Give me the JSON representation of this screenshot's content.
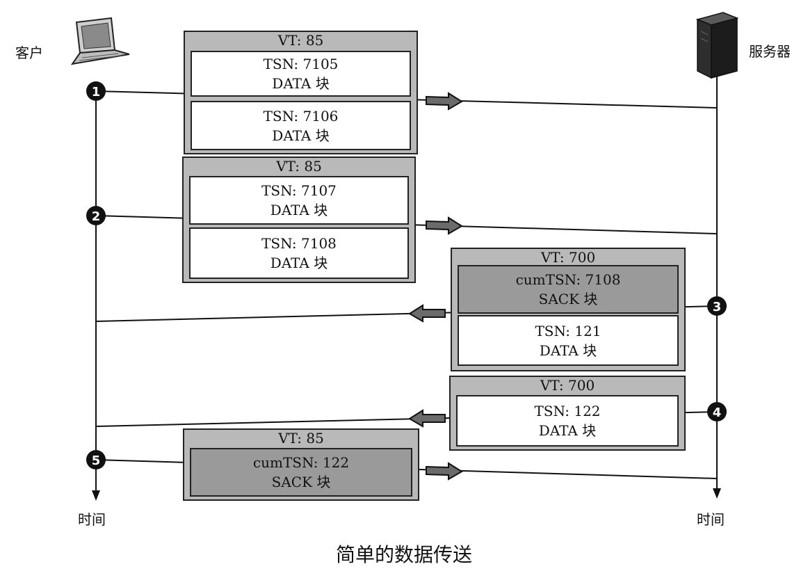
{
  "client_label": "客户",
  "server_label": "服务器",
  "time_label_client": "时间",
  "time_label_server": "时间",
  "caption": "简单的数据传送",
  "events": [
    "1",
    "2",
    "3",
    "4",
    "5"
  ],
  "packets": [
    {
      "vt": "VT: 85",
      "chunks": [
        {
          "line1": "TSN: 7105",
          "line2": "DATA 块"
        },
        {
          "line1": "TSN: 7106",
          "line2": "DATA 块"
        }
      ]
    },
    {
      "vt": "VT: 85",
      "chunks": [
        {
          "line1": "TSN: 7107",
          "line2": "DATA 块"
        },
        {
          "line1": "TSN: 7108",
          "line2": "DATA 块"
        }
      ]
    },
    {
      "vt": "VT: 700",
      "chunks": [
        {
          "line1": "cumTSN: 7108",
          "line2": "SACK 块"
        },
        {
          "line1": "TSN: 121",
          "line2": "DATA 块"
        }
      ]
    },
    {
      "vt": "VT: 700",
      "chunks": [
        {
          "line1": "TSN: 122",
          "line2": "DATA 块"
        }
      ]
    },
    {
      "vt": "VT: 85",
      "chunks": [
        {
          "line1": "cumTSN: 122",
          "line2": "SACK 块"
        }
      ]
    }
  ]
}
